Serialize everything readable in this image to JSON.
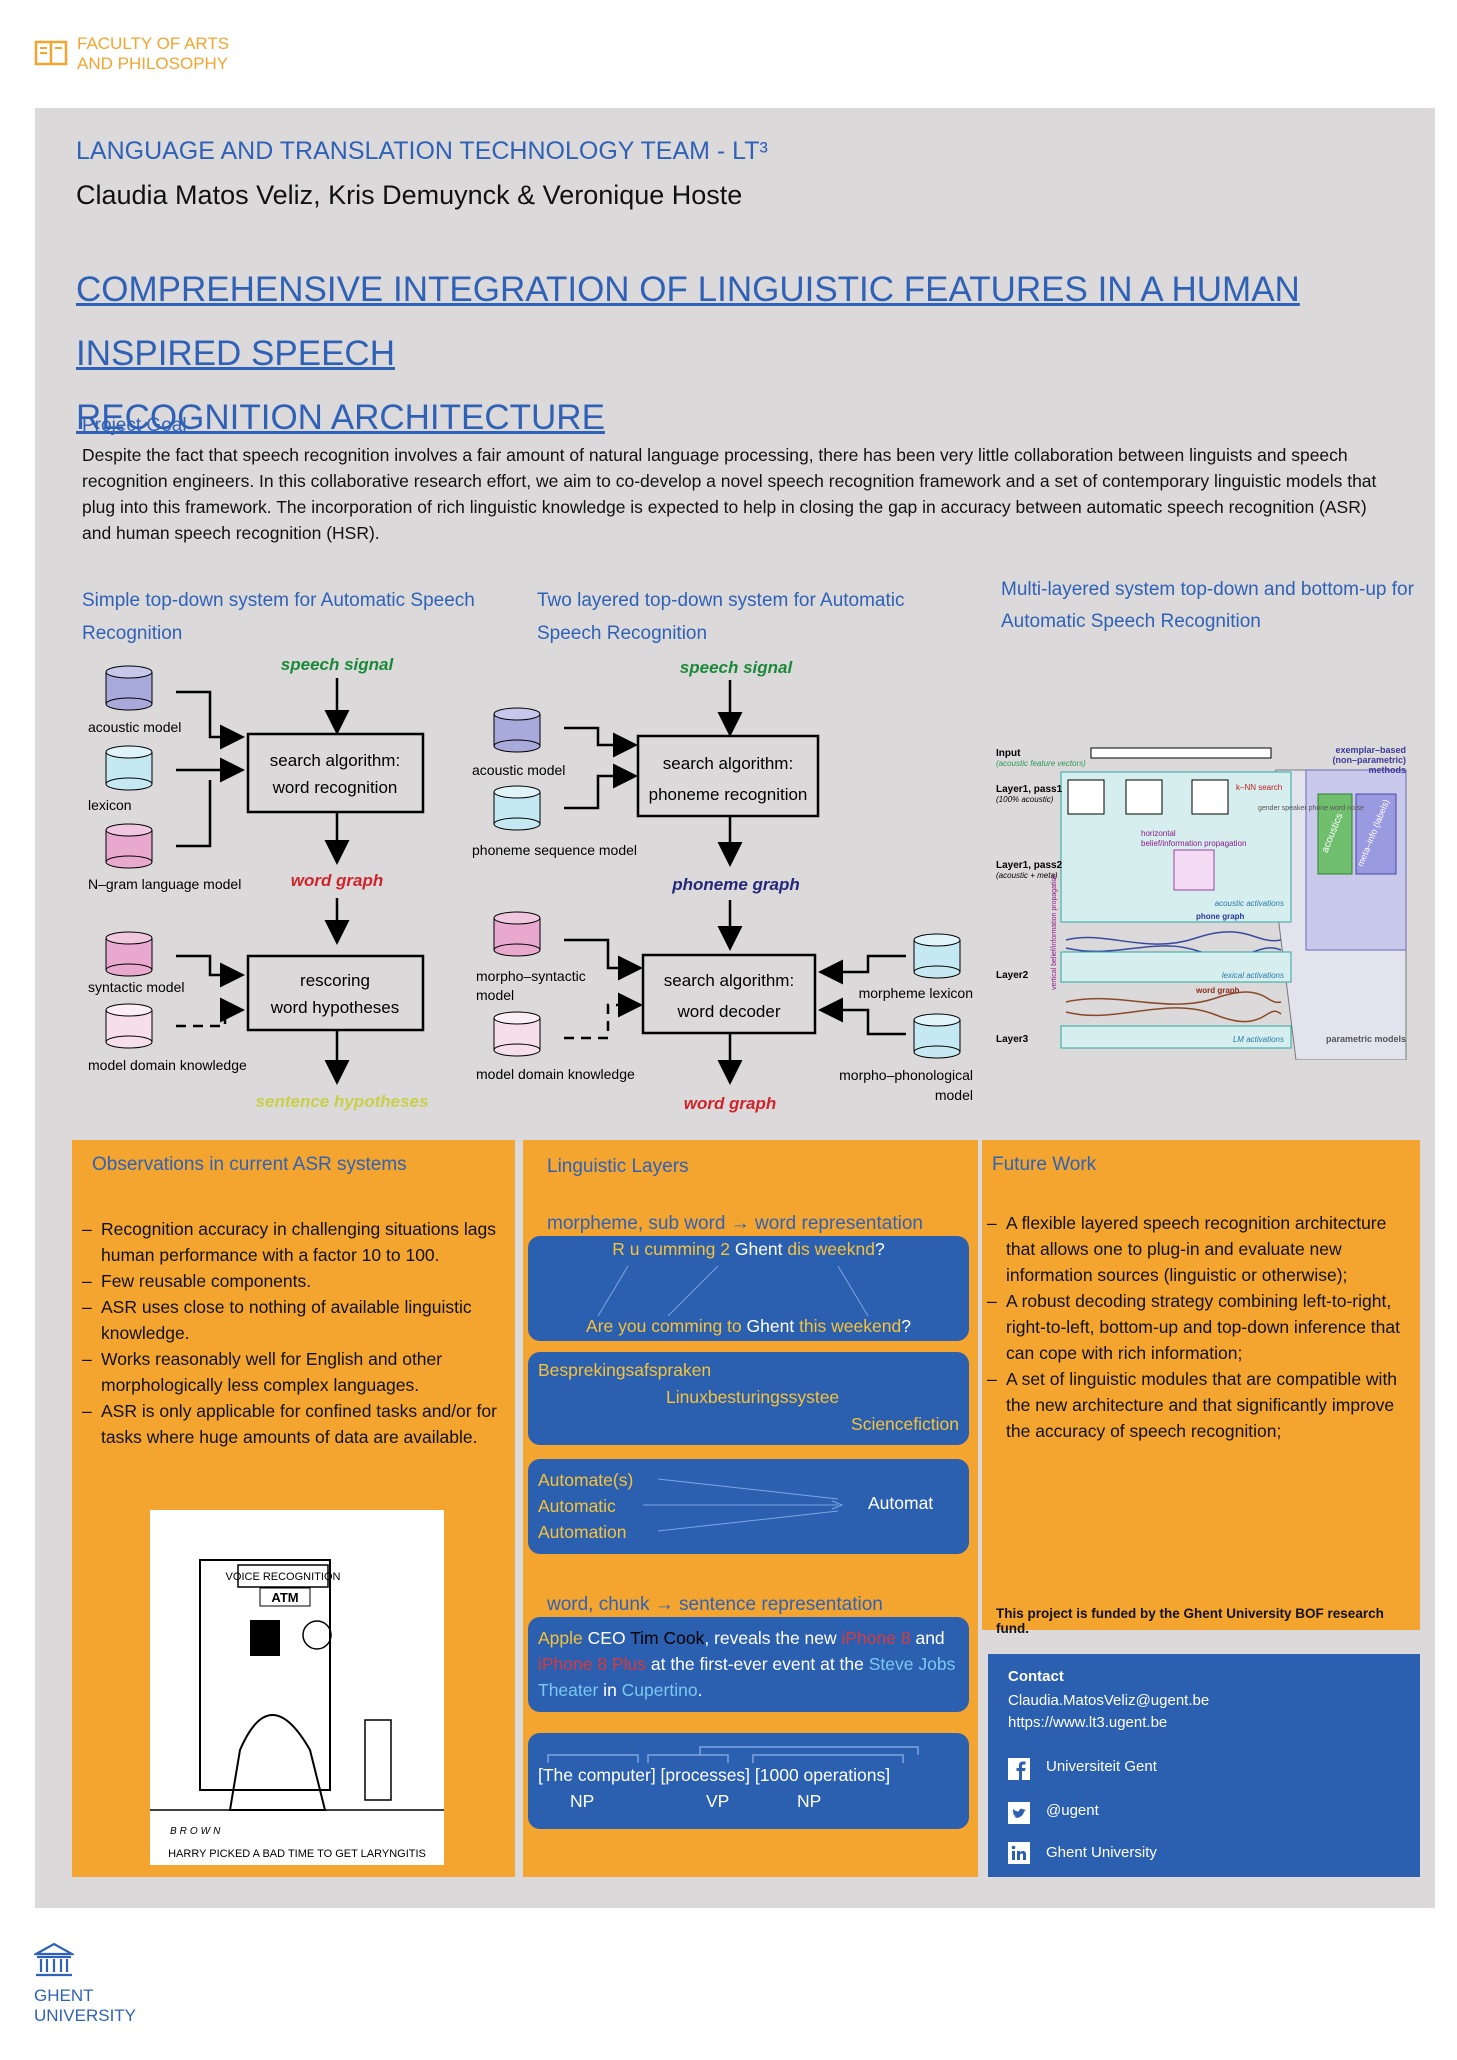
{
  "header": {
    "faculty_line1": "FACULTY OF ARTS",
    "faculty_line2": "AND PHILOSOPHY"
  },
  "team": "LANGUAGE AND TRANSLATION TECHNOLOGY TEAM - LT³",
  "authors": "Claudia Matos Veliz, Kris Demuynck & Veronique Hoste",
  "title_line1": "COMPREHENSIVE INTEGRATION OF LINGUISTIC FEATURES IN A HUMAN INSPIRED SPEECH",
  "title_line2": "RECOGNITION ARCHITECTURE",
  "goal": {
    "heading": "Project Goal",
    "text": "Despite the fact that speech recognition involves a fair amount of natural language processing, there has been very little collaboration between linguists and speech recognition engineers. In this collaborative research effort, we aim to co-develop a novel speech recognition framework and a set of contemporary linguistic models that plug into this framework. The incorporation of rich linguistic knowledge is expected to help in closing the gap in accuracy between automatic speech recognition (ASR) and human speech recognition (HSR)."
  },
  "diagram1": {
    "heading_line1": "Simple top-down system for Automatic Speech",
    "heading_line2": "Recognition",
    "speech_signal": "speech signal",
    "acoustic_model": "acoustic model",
    "lexicon": "lexicon",
    "ngram": "N–gram language model",
    "search_line1": "search algorithm:",
    "search_line2": "word recognition",
    "word_graph": "word graph",
    "syntactic_model": "syntactic model",
    "domain_knowledge": "model domain knowledge",
    "rescoring_line1": "rescoring",
    "rescoring_line2": "word hypotheses",
    "sentence_hypotheses": "sentence hypotheses"
  },
  "diagram2": {
    "heading_line1": "Two layered top-down system for Automatic",
    "heading_line2": "Speech Recognition",
    "speech_signal": "speech signal",
    "acoustic_model": "acoustic model",
    "phoneme_model": "phoneme sequence model",
    "search_line1": "search algorithm:",
    "search_line2": "phoneme recognition",
    "phoneme_graph": "phoneme graph",
    "morpho_syntactic_line1": "morpho–syntactic",
    "morpho_syntactic_line2": "model",
    "domain_knowledge": "model domain knowledge",
    "decoder_line1": "search algorithm:",
    "decoder_line2": "word decoder",
    "morpheme_lexicon": "morpheme lexicon",
    "morpho_phon_line1": "morpho–phonological",
    "morpho_phon_line2": "model",
    "word_graph": "word graph"
  },
  "diagram3": {
    "heading_line1": "Multi-layered system top-down and bottom-up for",
    "heading_line2": "Automatic Speech Recognition",
    "input": "Input",
    "input_sub": "(acoustic feature vectors)",
    "exemplar_line1": "exemplar–based",
    "exemplar_line2": "(non–parametric)",
    "exemplar_line3": "methods",
    "layer1_pass1": "Layer1, pass1",
    "layer1_pass1_sub": "(100% acoustic)",
    "layer1_pass2": "Layer1, pass2",
    "layer1_pass2_sub": "(acoustic + meta)",
    "layer2": "Layer2",
    "layer3": "Layer3",
    "knn_search": "k–NN search",
    "horizontal": "horizontal",
    "belief_propagation": "belief/information propagation",
    "acoustic_activations": "acoustic activations",
    "phone_graph": "phone graph",
    "lexical_activations": "lexical activations",
    "word_graph": "word graph",
    "lm_activations": "LM activations",
    "parametric_models": "parametric models",
    "acoustics_label": "acoustics",
    "metainfo_label": "meta–info (labels)",
    "vertical_label": "vertical belief/information propagation",
    "gender_list": "gender speaker phone word noise"
  },
  "observations": {
    "heading": "Observations in current ASR systems",
    "items": [
      "Recognition accuracy in challenging situations lags human performance with a factor 10 to 100.",
      "Few reusable components.",
      "ASR uses close to nothing of available linguistic knowledge.",
      "Works reasonably well for English and other morphologically less complex languages.",
      "ASR is only applicable for confined tasks and/or for tasks where huge amounts of data are available."
    ],
    "cartoon_sign_line1": "VOICE RECOGNITION",
    "cartoon_sign_line2": "ATM",
    "cartoon_signature": "BROWN",
    "cartoon_caption": "HARRY PICKED A BAD TIME TO GET LARYNGITIS"
  },
  "layers": {
    "heading": "Linguistic Layers",
    "sub1": "morpheme, sub word → word representation",
    "b1_top": {
      "p1": "R u cumming 2 ",
      "p2": "Ghent",
      "p3": " dis weeknd",
      "p4": "?"
    },
    "b1_bottom": {
      "p1": "Are you comming to ",
      "p2": "Ghent",
      "p3": " this weekend",
      "p4": "?"
    },
    "b2": [
      "Besprekingsafspraken",
      "Linuxbesturingssystee",
      "Sciencefiction"
    ],
    "b3_left": [
      "Automate(s)",
      "Automatic",
      "Automation"
    ],
    "b3_right": "Automat",
    "sub2": "word, chunk → sentence representation",
    "b4": {
      "t1": "Apple",
      "t2": " CEO ",
      "t3": "Tim Cook",
      "t4": ", reveals the new ",
      "t5": "iPhone 8",
      "t6": " and",
      "t7": "iPhone 8 Plus",
      "t8": " at the first-ever event at the ",
      "t9": "Steve Jobs",
      "t10": "Theater",
      "t11": " in ",
      "t12": "Cupertino",
      "t13": "."
    },
    "b5": {
      "sentence": "[The computer] [processes] [1000 operations]",
      "np1": "NP",
      "vp": "VP",
      "np2": "NP"
    }
  },
  "future": {
    "heading": "Future Work",
    "items": [
      "A flexible layered speech recognition architecture that allows one to plug-in and evaluate new information sources (linguistic or otherwise);",
      "A robust decoding strategy combining left-to-right, right-to-left, bottom-up and top-down inference that can cope with rich information;",
      "A set of linguistic modules that are compatible with the new architecture and that significantly improve the accuracy of speech recognition;"
    ],
    "funding": "This project is funded by the Ghent University BOF research fund."
  },
  "contact": {
    "heading": "Contact",
    "email": "Claudia.MatosVeliz@ugent.be",
    "url": "https://www.lt3.ugent.be",
    "facebook": "Universiteit Gent",
    "twitter": "@ugent",
    "linkedin": "Ghent University"
  },
  "footer": {
    "line1": "GHENT",
    "line2": "UNIVERSITY"
  },
  "colors": {
    "accent_blue": "#2f62b7",
    "orange": "#f3a52f",
    "panel_gray": "#dcd9da",
    "box_blue": "#2b5fb0"
  }
}
